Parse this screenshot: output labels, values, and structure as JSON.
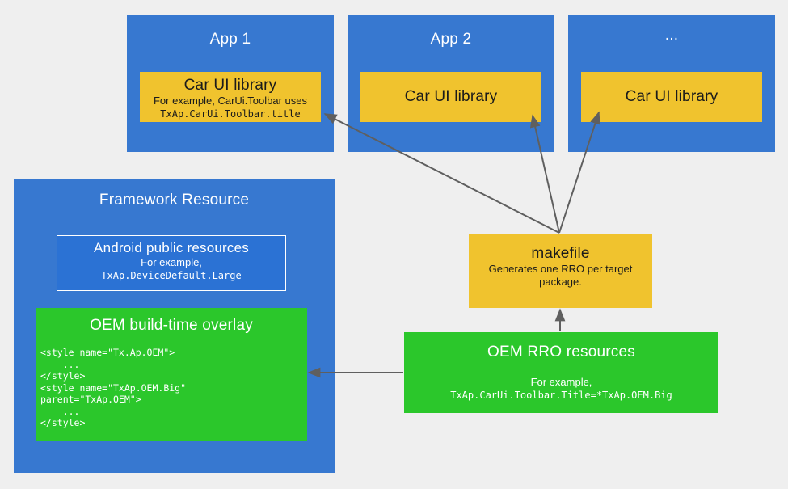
{
  "diagram": {
    "background_color": "#efefef",
    "palette": {
      "blue": "#3778d0",
      "blue_inner": "#2b72d4",
      "yellow": "#f0c32e",
      "green": "#2bc72b",
      "arrow": "#5f5f5f",
      "text_light": "#ffffff",
      "text_dark": "#1b1b1b"
    },
    "apps": [
      {
        "title": "App 1",
        "library_title": "Car UI library",
        "library_sub1": "For example, CarUi.Toolbar uses",
        "library_code": "TxAp.CarUi.Toolbar.title"
      },
      {
        "title": "App 2",
        "library_title": "Car UI library",
        "library_sub1": "",
        "library_code": ""
      },
      {
        "title": "...",
        "library_title": "Car UI library",
        "library_sub1": "",
        "library_code": ""
      }
    ],
    "framework": {
      "title": "Framework Resource",
      "android_resources": {
        "title": "Android public resources",
        "sub": "For example,",
        "code": "TxAp.DeviceDefault.Large"
      },
      "oem_overlay": {
        "title": "OEM build-time overlay",
        "code": "<style name=\"Tx.Ap.OEM\">\n    ...\n</style>\n<style name=\"TxAp.OEM.Big\"\nparent=\"TxAp.OEM\">\n    ...\n</style>"
      }
    },
    "makefile": {
      "title": "makefile",
      "sub": "Generates one RRO per target package."
    },
    "rro": {
      "title": "OEM RRO resources",
      "sub": "For example,",
      "code": "TxAp.CarUi.Toolbar.Title=*TxAp.OEM.Big"
    },
    "arrows": [
      {
        "name": "makefile-to-app1",
        "from": "makefile",
        "to": "app1-library"
      },
      {
        "name": "makefile-to-app2",
        "from": "makefile",
        "to": "app2-library"
      },
      {
        "name": "makefile-to-app3",
        "from": "makefile",
        "to": "app3-library"
      },
      {
        "name": "rro-to-makefile",
        "from": "oem-rro-resources",
        "to": "makefile"
      },
      {
        "name": "rro-to-oem-overlay",
        "from": "oem-rro-resources",
        "to": "oem-build-time-overlay"
      }
    ]
  }
}
